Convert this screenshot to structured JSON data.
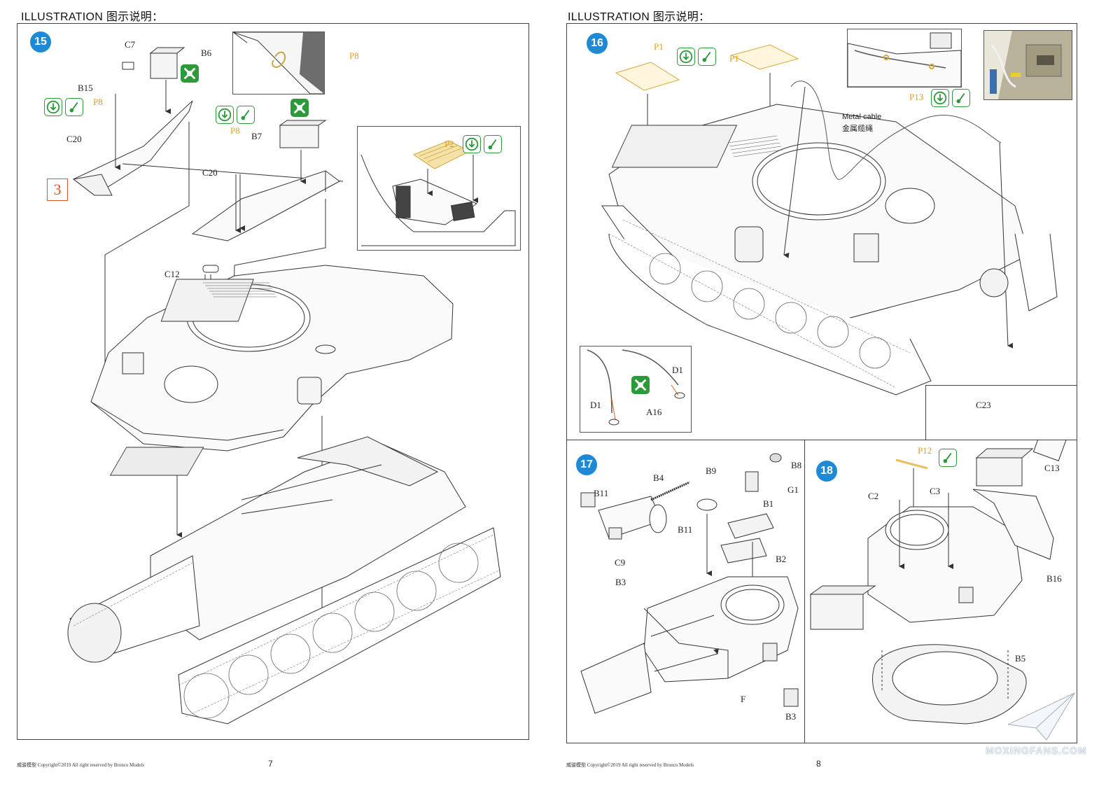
{
  "header_left": "ILLUSTRATION 图示说明：",
  "header_right": "ILLUSTRATION 图示说明：",
  "footer_left": "威骏模型  Copyright©2019  All right reserved by Bronco Models",
  "footer_right": "威骏模型  Copyright©2019  All right reserved by Bronco Models",
  "page_left": "7",
  "page_right": "8",
  "steps": {
    "s15": "15",
    "s16": "16",
    "s17": "17",
    "s18": "18"
  },
  "step15": {
    "labels": {
      "c7": "C7",
      "b6": "B6",
      "b15": "B15",
      "p8a": "P8",
      "c20a": "C20",
      "p8b": "P8",
      "b7": "B7",
      "c20b": "C20",
      "p8c": "P8",
      "p2": "P2",
      "c12": "C12"
    },
    "redbox": "3"
  },
  "step16": {
    "labels": {
      "p1a": "P1",
      "p1b": "P1",
      "p13": "P13",
      "cable_en": "Metal cable",
      "cable_cn": "金属缆绳",
      "d1a": "D1",
      "d1b": "D1",
      "a16": "A16"
    }
  },
  "step17": {
    "labels": {
      "b11a": "B11",
      "b4": "B4",
      "b9": "B9",
      "b8": "B8",
      "g1": "G1",
      "b1": "B1",
      "b11b": "B11",
      "c9": "C9",
      "b2": "B2",
      "b3a": "B3",
      "f": "F",
      "b3b": "B3"
    }
  },
  "step18": {
    "labels": {
      "p12": "P12",
      "c23": "C23",
      "c13": "C13",
      "c2": "C2",
      "c3": "C3",
      "b16": "B16",
      "b5": "B5"
    }
  },
  "watermark": "MOXINGFANS.COM",
  "colors": {
    "step_blue": "#1e8ad6",
    "icon_green": "#2c9a3a",
    "pe_yellow": "#e0a020",
    "red": "#e0552a"
  }
}
